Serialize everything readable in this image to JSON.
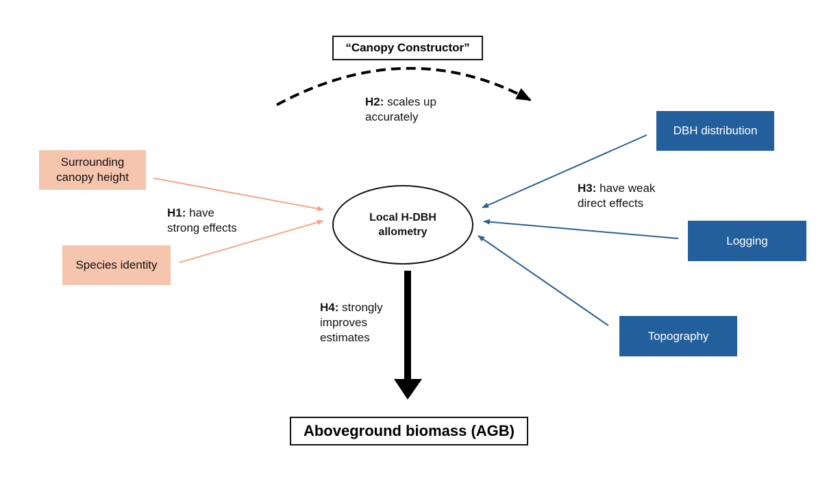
{
  "diagram": {
    "model_box": {
      "label": "“Canopy Constructor”"
    },
    "central_node": {
      "line1": "Local H-DBH",
      "line2": "allometry"
    },
    "outcome_box": {
      "label": "Aboveground biomass (AGB)"
    },
    "left_drivers": [
      {
        "line1": "Surrounding",
        "line2": "canopy height"
      },
      {
        "line1": "Species identity",
        "line2": ""
      }
    ],
    "right_drivers": [
      {
        "label": "DBH distribution"
      },
      {
        "label": "Logging"
      },
      {
        "label": "Topography"
      }
    ],
    "hypotheses": {
      "h1": {
        "tag": "H1:",
        "text1": " have",
        "text2": "strong effects"
      },
      "h2": {
        "tag": "H2:",
        "text1": " scales up",
        "text2": "accurately"
      },
      "h3": {
        "tag": "H3:",
        "text1": " have weak",
        "text2": "direct effects"
      },
      "h4": {
        "tag": "H4:",
        "text1": " strongly",
        "text2": "improves",
        "text3": "estimates"
      }
    },
    "colors": {
      "left_driver_fill": "#f6c5ad",
      "left_arrow": "#f0a987",
      "right_driver_fill": "#235f9c",
      "right_arrow": "#2a5f97",
      "main_arrow": "#000000"
    }
  }
}
